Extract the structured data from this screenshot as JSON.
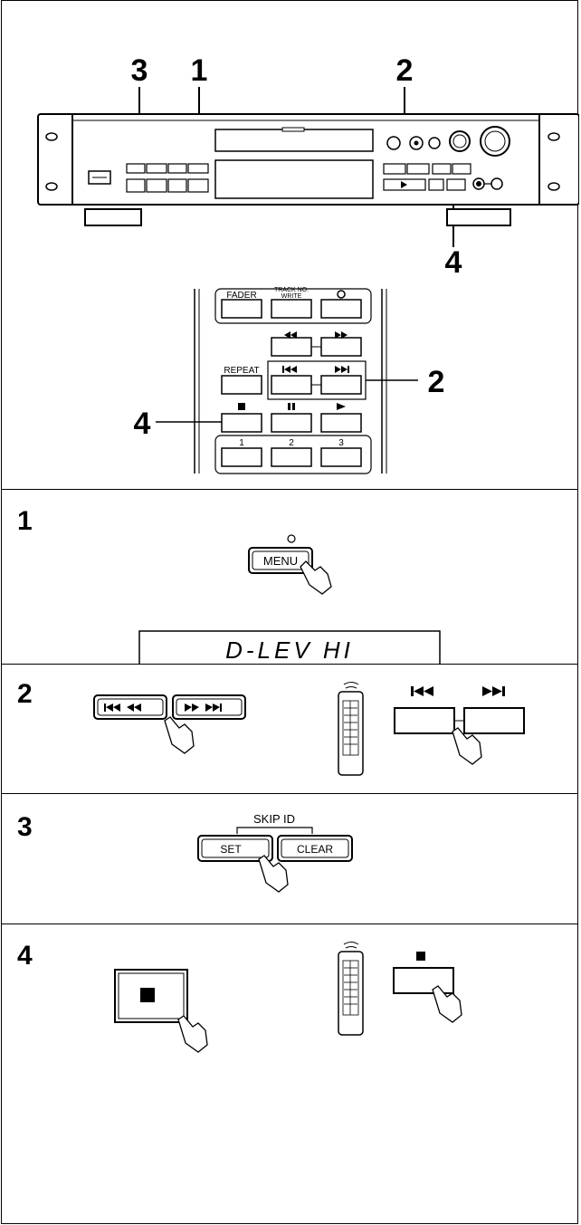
{
  "callouts": {
    "top_3": "3",
    "top_1": "1",
    "top_2": "2",
    "top_4": "4",
    "remote_2": "2",
    "remote_4": "4"
  },
  "remote_labels": {
    "fader": "FADER",
    "track_no": "TRACK NO.",
    "write": "WRITE",
    "repeat": "REPEAT",
    "one": "1",
    "two": "2",
    "three": "3"
  },
  "steps": [
    {
      "num": "1",
      "menu_label": "MENU",
      "display_text": "D-LEV HI"
    },
    {
      "num": "2"
    },
    {
      "num": "3",
      "skip_id": "SKIP ID",
      "set": "SET",
      "clear": "CLEAR"
    },
    {
      "num": "4"
    }
  ]
}
